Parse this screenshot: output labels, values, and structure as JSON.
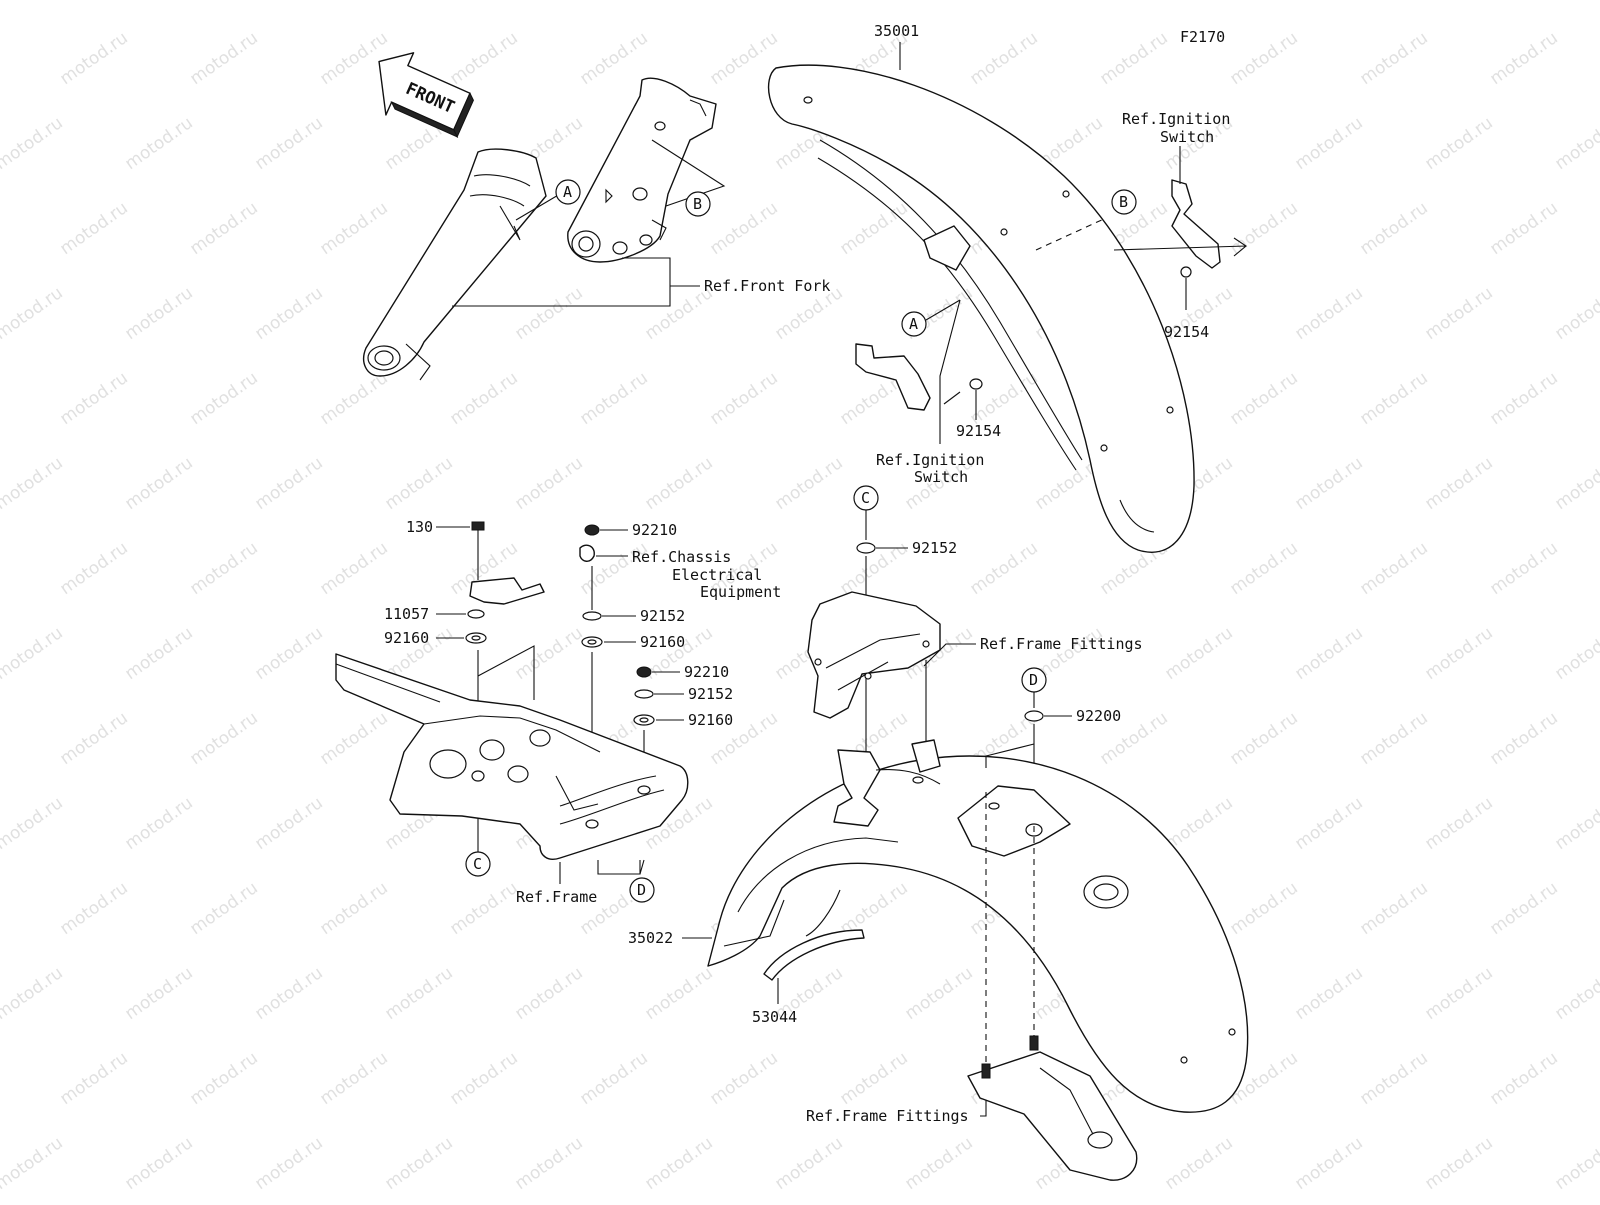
{
  "diagram_code": "F2170",
  "watermark": "motod.ru",
  "direction_label": "FRONT",
  "part_labels": {
    "p35001": "35001",
    "p92154a": "92154",
    "p92154b": "92154",
    "p130": "130",
    "p11057": "11057",
    "p92160a": "92160",
    "p92210a": "92210",
    "p92152a": "92152",
    "p92160b": "92160",
    "p92210b": "92210",
    "p92152b": "92152",
    "p92160c": "92160",
    "p92152c": "92152",
    "p92200": "92200",
    "p35022": "35022",
    "p53044": "53044"
  },
  "ref_labels": {
    "front_fork": "Ref.Front Fork",
    "ignition_top_1": "Ref.Ignition",
    "ignition_top_2": "Switch",
    "ignition_mid_1": "Ref.Ignition",
    "ignition_mid_2": "Switch",
    "chassis_1": "Ref.Chassis",
    "chassis_2": "Electrical",
    "chassis_3": "Equipment",
    "frame_fittings_top": "Ref.Frame Fittings",
    "frame_fittings_bottom": "Ref.Frame Fittings",
    "frame": "Ref.Frame"
  },
  "callouts": {
    "a_fork": "A",
    "b_fork": "B",
    "a_fender": "A",
    "b_fender": "B",
    "c_top": "C",
    "c_frame": "C",
    "d_top": "D",
    "d_frame": "D"
  }
}
